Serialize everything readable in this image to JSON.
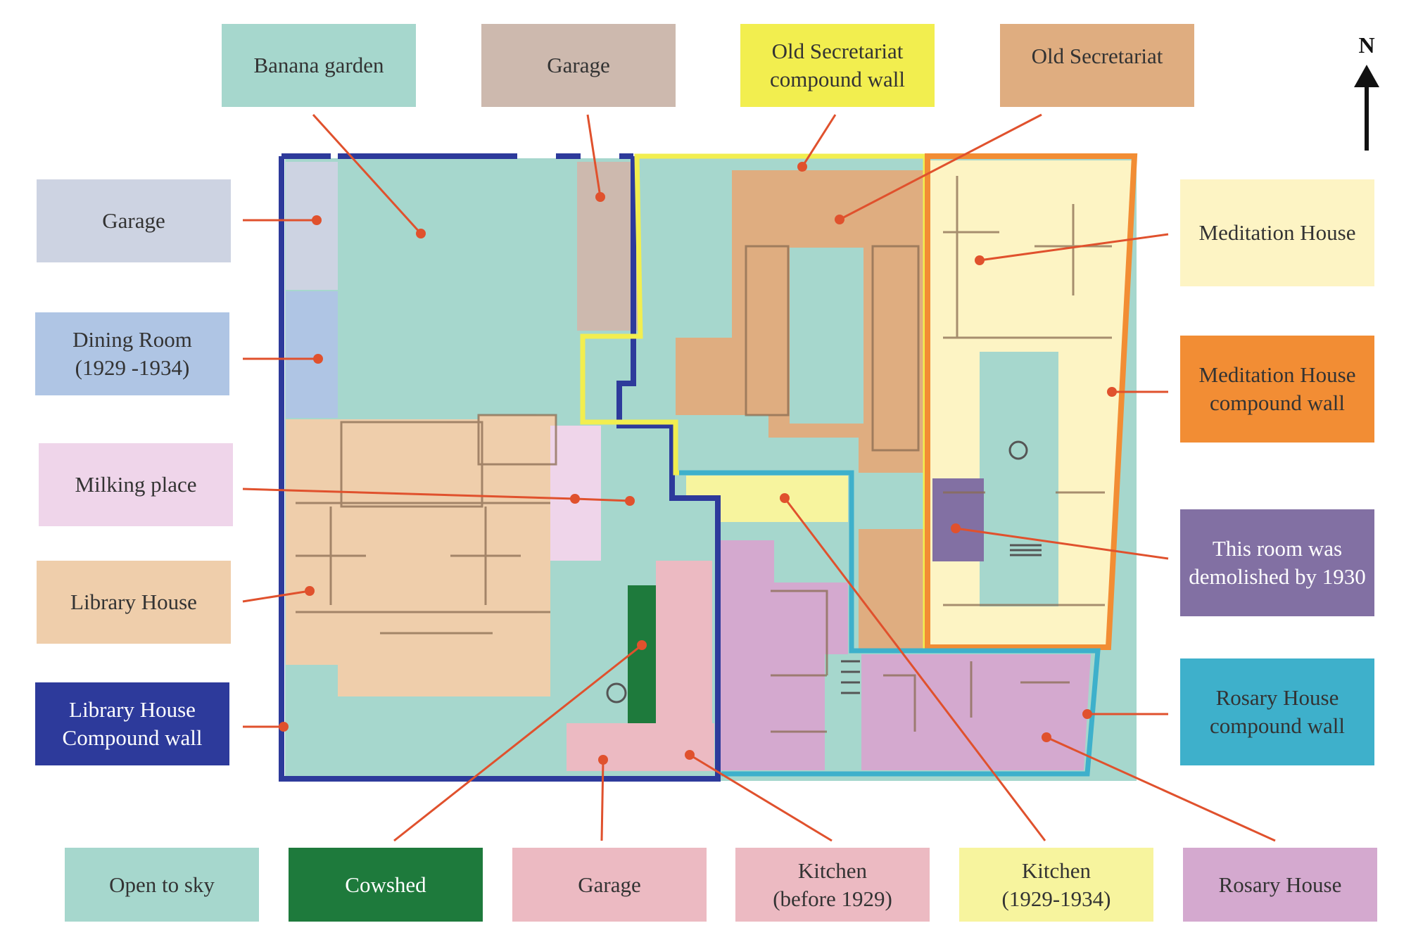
{
  "north_label": "N",
  "colors": {
    "open_to_sky": "#a6d7cd",
    "banana_garden": "#a6d7cd",
    "garage_north": "#cdb9ae",
    "garage_west": "#cdd3e2",
    "dining_room": "#afc5e4",
    "milking_place": "#efd5ea",
    "library_house": "#efceab",
    "library_compound_wall": "#2d3a9b",
    "old_secretariat": "#dfad80",
    "old_secretariat_wall": "#f2ee4f",
    "meditation_house": "#fdf4c4",
    "meditation_wall": "#f28d34",
    "demolished_room": "#8270a3",
    "rosary_house": "#d4a9cf",
    "rosary_wall": "#3eb0cb",
    "cowshed": "#1e7a3c",
    "garage_south": "#ecbac2",
    "kitchen_before": "#ecbac2",
    "kitchen_1929": "#f7f49e",
    "leader_line": "#e0512d"
  },
  "legend": {
    "banana_garden": "Banana garden",
    "garage_north": "Garage",
    "old_secretariat_wall_l1": "Old Secretariat",
    "old_secretariat_wall_l2": "compound wall",
    "old_secretariat": "Old Secretariat",
    "garage_west": "Garage",
    "dining_l1": "Dining Room",
    "dining_l2": "(1929 -1934)",
    "milking": "Milking place",
    "library": "Library House",
    "library_wall_l1": "Library House",
    "library_wall_l2": "Compound wall",
    "meditation": "Meditation House",
    "meditation_wall_l1": "Meditation House",
    "meditation_wall_l2": "compound wall",
    "demolished_l1": "This room was",
    "demolished_l2": "demolished by 1930",
    "rosary_wall_l1": "Rosary House",
    "rosary_wall_l2": "compound wall",
    "open_sky": "Open to sky",
    "cowshed": "Cowshed",
    "garage_south": "Garage",
    "kitchen_before_l1": "Kitchen",
    "kitchen_before_l2": "(before 1929)",
    "kitchen_1929_l1": "Kitchen",
    "kitchen_1929_l2": "(1929-1934)",
    "rosary": "Rosary House"
  }
}
